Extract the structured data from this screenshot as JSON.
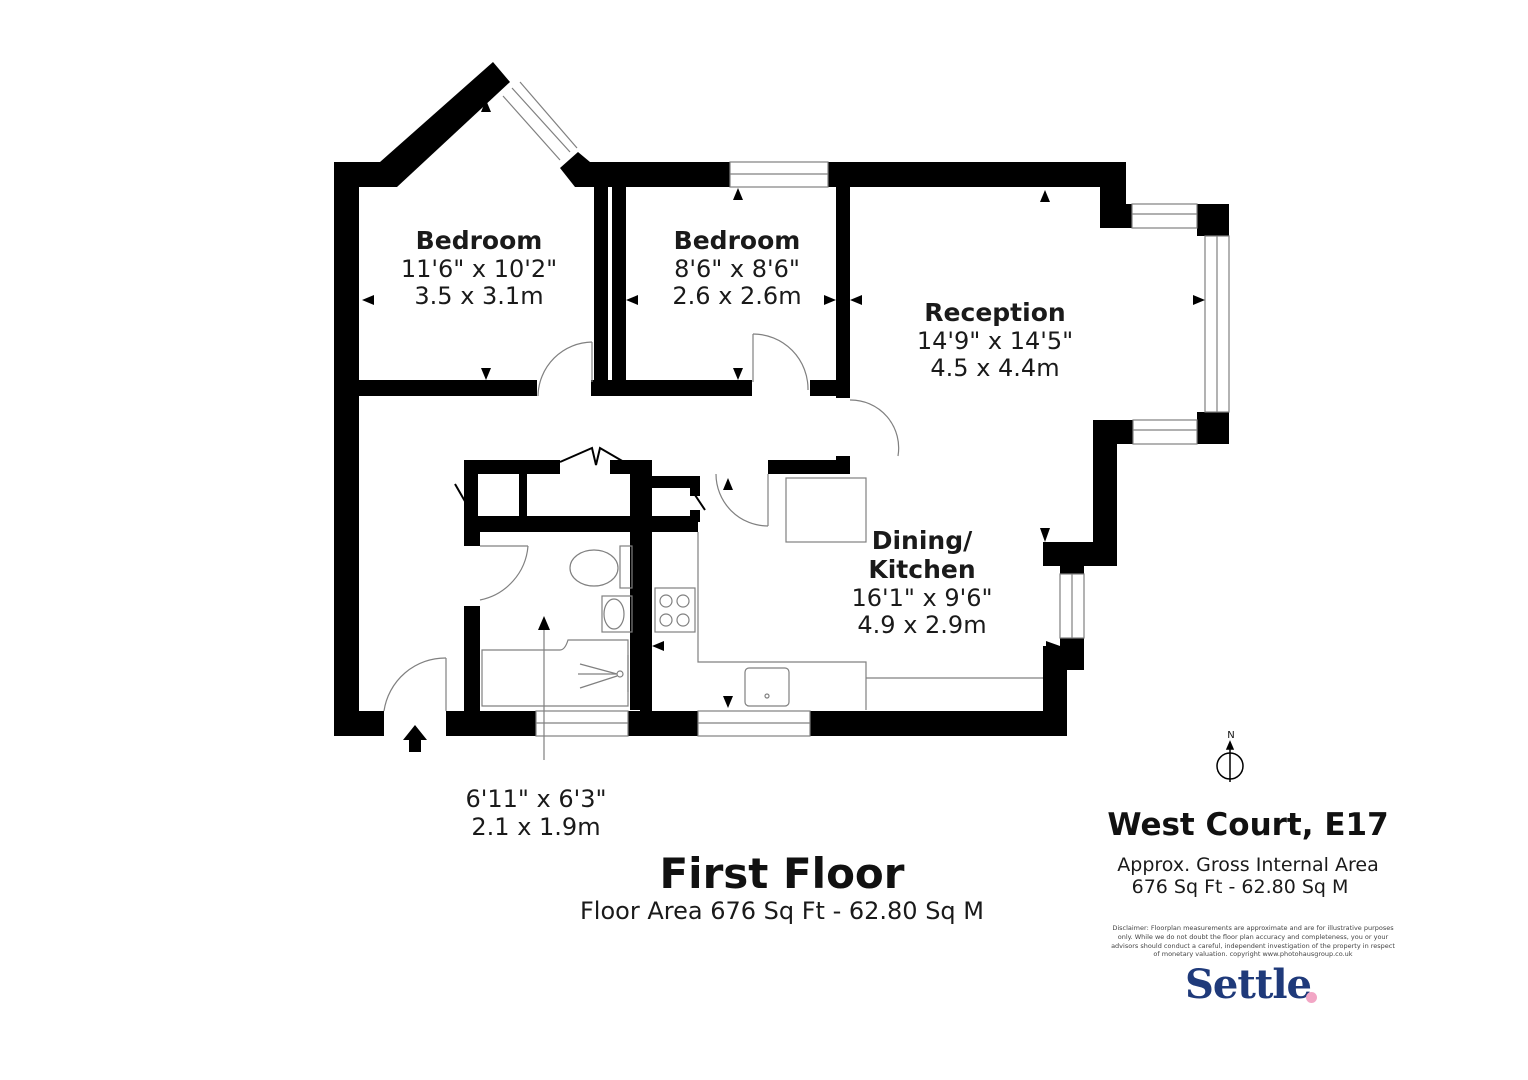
{
  "floor": {
    "title": "First Floor",
    "area_label": "Floor Area 676 Sq Ft - 62.80 Sq M"
  },
  "rooms": [
    {
      "name": "Bedroom",
      "imperial": "11'6\" x 10'2\"",
      "metric": "3.5 x 3.1m"
    },
    {
      "name": "Bedroom",
      "imperial": "8'6\" x 8'6\"",
      "metric": "2.6 x 2.6m"
    },
    {
      "name": "Reception",
      "imperial": "14'9\" x 14'5\"",
      "metric": "4.5 x 4.4m"
    },
    {
      "name": "Dining/",
      "name_line2": "Kitchen",
      "imperial": "16'1\" x 9'6\"",
      "metric": "4.9 x 2.9m"
    },
    {
      "name": "",
      "imperial": "6'11\" x 6'3\"",
      "metric": "2.1 x 1.9m"
    }
  ],
  "property": {
    "address": "West Court, E17",
    "gia_label": "Approx. Gross Internal Area",
    "gia_value": "676 Sq Ft - 62.80 Sq M"
  },
  "disclaimer": "Disclaimer: Floorplan measurements are approximate and are for illustrative purposes only. While we do not doubt the floor plan accuracy and completeness, you or your advisors should conduct a careful, independent investigation of the property in respect of monetary valuation. copyright www.photohausgroup.co.uk",
  "compass": {
    "label": "N",
    "icon": "north-compass-icon"
  },
  "entrance": {
    "icon": "entrance-arrow-icon"
  },
  "brand": {
    "logo_text": "Settle",
    "color": "#1f3a7a",
    "dot_color": "#f2a6c5"
  },
  "colors": {
    "wall": "#000000",
    "fixture_line": "#808080",
    "background": "#ffffff"
  }
}
